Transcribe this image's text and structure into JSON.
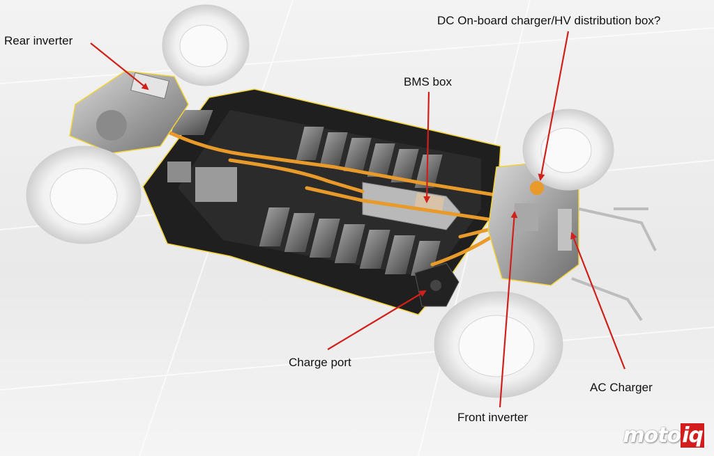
{
  "labels": {
    "rear_inverter": "Rear inverter",
    "dc_charger": "DC On-board charger/HV distribution box?",
    "bms_box": "BMS box",
    "charge_port": "Charge port",
    "front_inverter": "Front inverter",
    "ac_charger": "AC Charger"
  },
  "logo": {
    "main": "moto",
    "accent": "iq"
  },
  "colors": {
    "arrow": "#d0201a",
    "harness": "#e89a2a",
    "outline": "#f2d23a",
    "frame": "#1c1c1c"
  }
}
